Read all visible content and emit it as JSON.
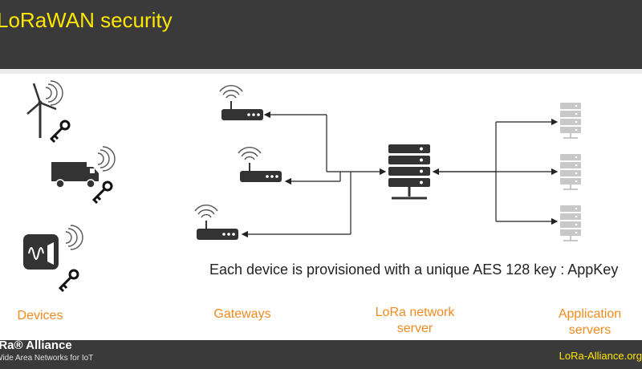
{
  "slide": {
    "title": "LoRaWAN security",
    "statement": "Each device is provisioned with a unique AES 128 key : AppKey"
  },
  "captions": {
    "devices": "Devices",
    "gateways": "Gateways",
    "network_server": "LoRa network server",
    "application_servers": "Application servers"
  },
  "footer": {
    "brand": "LoRa® Alliance",
    "tagline": "Wide Area Networks for IoT",
    "website": "LoRa-Alliance.org"
  },
  "icons": {
    "devices": [
      "wind-turbine-icon",
      "truck-icon",
      "sensor-icon"
    ],
    "keys": [
      "key-icon",
      "key-icon",
      "key-icon"
    ],
    "gateways": [
      "gateway-router-icon",
      "gateway-router-icon",
      "gateway-router-icon"
    ],
    "network_server": "server-rack-icon",
    "application_servers": [
      "server-icon",
      "server-icon",
      "server-icon"
    ]
  },
  "colors": {
    "header_background": "#3a3a3a",
    "title": "#ffe600",
    "caption": "#f08a1e",
    "icon": "#333333",
    "app_server": "#c8c8c8"
  }
}
